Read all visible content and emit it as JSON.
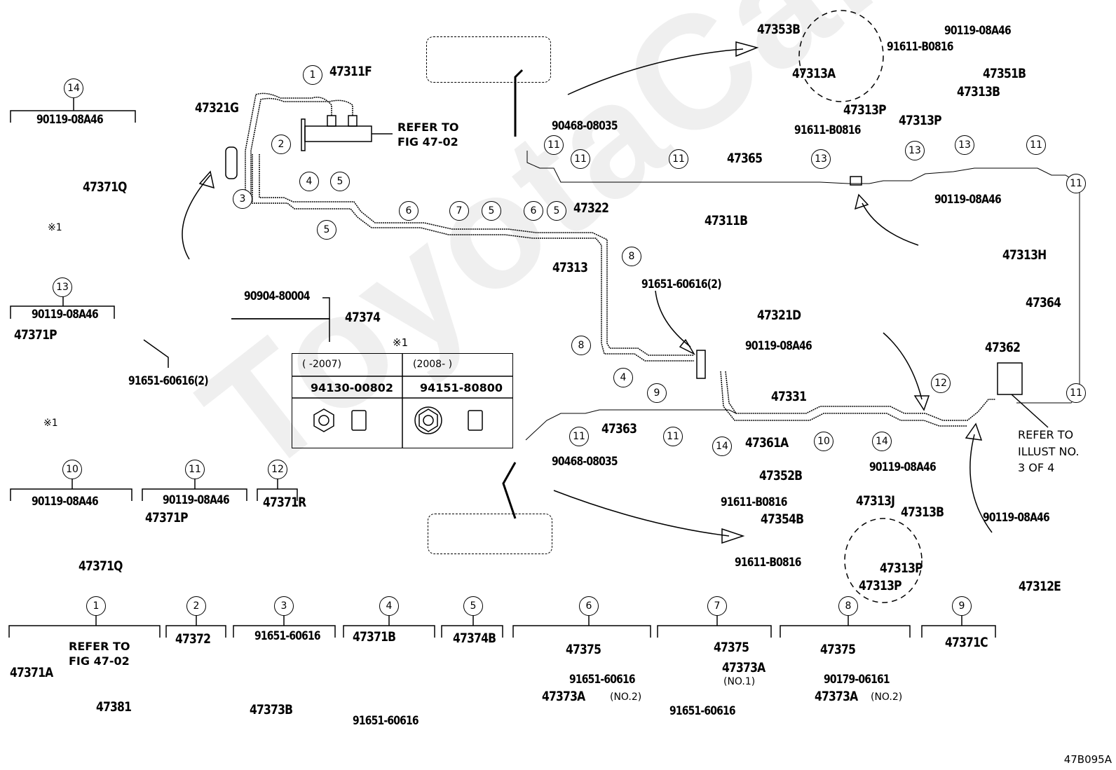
{
  "watermark": "ToyotaCarMine.ru",
  "figure_code": "47B095A",
  "notes": {
    "refer_fig_top": "REFER TO",
    "refer_fig_top2": "FIG 47-02",
    "refer_illust_1": "REFER TO",
    "refer_illust_2": "ILLUST NO.",
    "refer_illust_3": "3 OF 4",
    "refer_fig_bottom": "REFER TO",
    "refer_fig_bottom2": "FIG 47-02"
  },
  "nut_table": {
    "marker": "※1",
    "columns": [
      {
        "range": "(      -2007)",
        "part": "94130-00802"
      },
      {
        "range": "(2008-      )",
        "part": "94151-80800"
      }
    ]
  },
  "main_labels": {
    "p47311F": "47311F",
    "p47321G": "47321G",
    "p47322": "47322",
    "p47313": "47313",
    "p47365": "47365",
    "p47364": "47364",
    "p47363": "47363",
    "p47331": "47331",
    "p47361A": "47361A",
    "p47362": "47362",
    "p47374": "47374",
    "p90904": "90904-80004",
    "p91651a": "91651-60616(2)",
    "p47311B": "47311B",
    "p91651b": "91651-60616(2)",
    "p47321D": "47321D",
    "p90119c": "90119-08A46",
    "p90468a": "90468-08035",
    "p90468b": "90468-08035",
    "p47353B": "47353B",
    "p91611a": "91611-B0816",
    "p90119d": "90119-08A46",
    "p47313A": "47313A",
    "p47351B": "47351B",
    "p47313B": "47313B",
    "p47313P1": "47313P",
    "p47313P2": "47313P",
    "p91611b": "91611-B0816",
    "p90119e": "90119-08A46",
    "p47313H": "47313H",
    "p47352B": "47352B",
    "p90119f": "90119-08A46",
    "p91611c": "91611-B0816",
    "p47313J": "47313J",
    "p47354B": "47354B",
    "p47313B2": "47313B",
    "p91611d": "91611-B0816",
    "p47313P3": "47313P",
    "p47313P4": "47313P",
    "p90119g": "90119-08A46",
    "p47312E": "47312E"
  },
  "left_groups": [
    {
      "callout": "14",
      "bolt": "90119-08A46",
      "part": "47371Q",
      "nut": "※1"
    },
    {
      "callout": "13",
      "bolt": "90119-08A46",
      "part": "47371P",
      "nut": "※1"
    },
    {
      "callout": "10",
      "bolt": "90119-08A46",
      "part": "47371Q"
    },
    {
      "callout": "11",
      "bolt": "90119-08A46",
      "part": "47371P"
    },
    {
      "callout": "12",
      "part": "47371R"
    }
  ],
  "bottom_groups": [
    {
      "callout": "1",
      "parts": [
        "47371A",
        "47381"
      ]
    },
    {
      "callout": "2",
      "parts": [
        "47372"
      ]
    },
    {
      "callout": "3",
      "parts": [
        "91651-60616",
        "47373B"
      ]
    },
    {
      "callout": "4",
      "parts": [
        "47371B",
        "91651-60616"
      ]
    },
    {
      "callout": "5",
      "parts": [
        "47374B"
      ]
    },
    {
      "callout": "6",
      "parts": [
        "47375",
        "91651-60616",
        "47373A",
        "(NO.2)"
      ]
    },
    {
      "callout": "7",
      "parts": [
        "47375",
        "47373A",
        "(NO.1)",
        "91651-60616"
      ]
    },
    {
      "callout": "8",
      "parts": [
        "47375",
        "90179-06161",
        "47373A",
        "(NO.2)"
      ]
    },
    {
      "callout": "9",
      "parts": [
        "47371C"
      ]
    }
  ],
  "callouts_main": [
    "1",
    "2",
    "3",
    "4",
    "5",
    "5",
    "6",
    "7",
    "5",
    "6",
    "5",
    "8",
    "8",
    "4",
    "9",
    "11",
    "11",
    "11",
    "13",
    "13",
    "13",
    "11",
    "11",
    "11",
    "11",
    "12",
    "14",
    "10",
    "14",
    "11",
    "11"
  ]
}
